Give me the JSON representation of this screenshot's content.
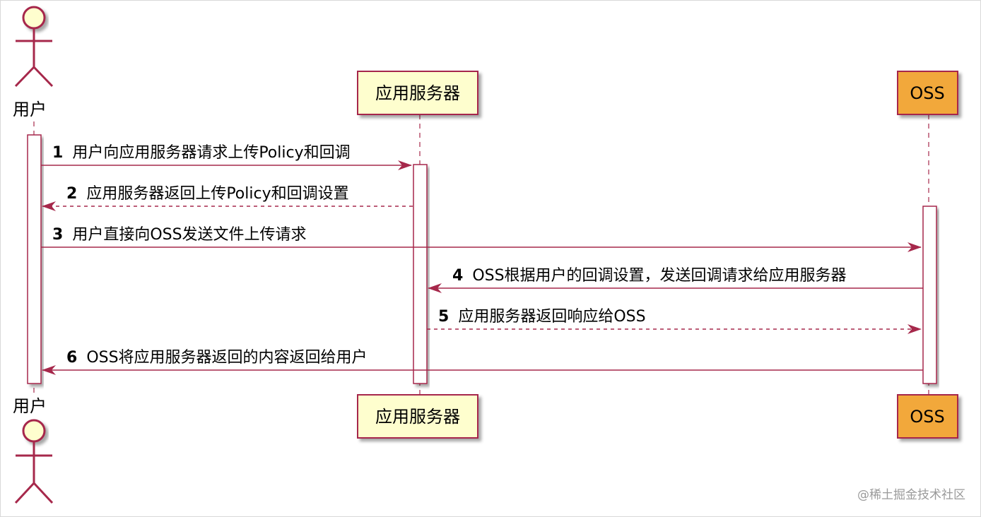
{
  "diagram": {
    "type": "sequence",
    "colors": {
      "arrow": "#a6284b",
      "lifeline": "#a6284b",
      "participant_fill": "#fefece",
      "participant_border": "#a6284b",
      "oss_fill": "#f2a83b",
      "actor_fill": "#fefece"
    },
    "participants": [
      {
        "id": "user",
        "kind": "actor",
        "label": "用户",
        "icon": "stick-figure-icon"
      },
      {
        "id": "app",
        "kind": "box",
        "label": "应用服务器"
      },
      {
        "id": "oss",
        "kind": "box",
        "label": "OSS"
      }
    ],
    "messages": [
      {
        "num": "1",
        "text": "用户向应用服务器请求上传Policy和回调",
        "from": "user",
        "to": "app",
        "style": "solid"
      },
      {
        "num": "2",
        "text": "应用服务器返回上传Policy和回调设置",
        "from": "app",
        "to": "user",
        "style": "dashed"
      },
      {
        "num": "3",
        "text": "用户直接向OSS发送文件上传请求",
        "from": "user",
        "to": "oss",
        "style": "solid"
      },
      {
        "num": "4",
        "text": "OSS根据用户的回调设置，发送回调请求给应用服务器",
        "from": "oss",
        "to": "app",
        "style": "solid"
      },
      {
        "num": "5",
        "text": "应用服务器返回响应给OSS",
        "from": "app",
        "to": "oss",
        "style": "dashed"
      },
      {
        "num": "6",
        "text": "OSS将应用服务器返回的内容返回给用户",
        "from": "oss",
        "to": "user",
        "style": "solid"
      }
    ]
  },
  "watermark": "@稀土掘金技术社区"
}
